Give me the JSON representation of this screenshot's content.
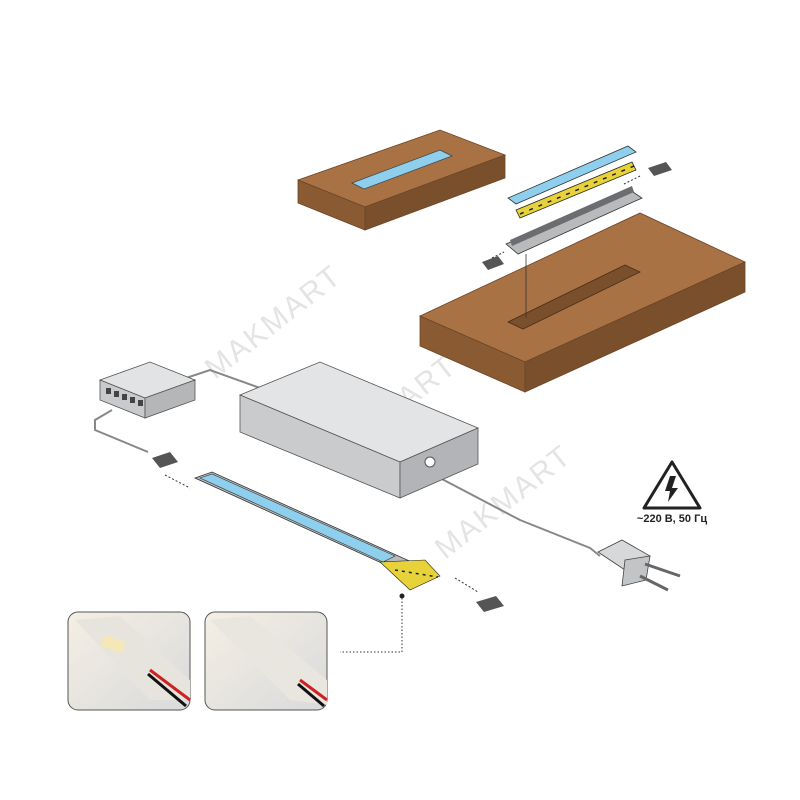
{
  "watermark": "MAKMART",
  "warning": {
    "icon": "high-voltage-icon",
    "label": "~220 В, 50 Гц"
  },
  "colors": {
    "wood_top": "#a87245",
    "wood_side": "#8a5a33",
    "diffuser": "#8ecfee",
    "strip": "#e8d23a",
    "psu": "#d6d8da",
    "frame": "#555555"
  },
  "photos": [
    {
      "name": "profile-closeup-connector"
    },
    {
      "name": "profile-closeup-diffuser"
    }
  ]
}
